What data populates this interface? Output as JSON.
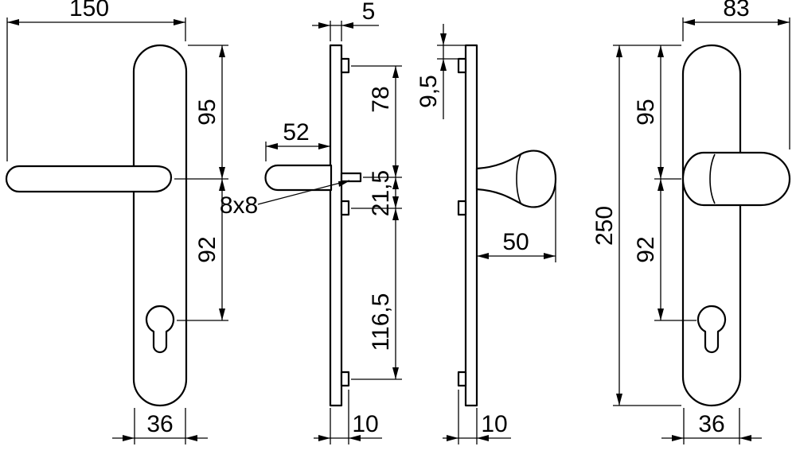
{
  "views": {
    "lever_front": {
      "dim_length": "150",
      "dim_top_to_handle": "95",
      "dim_handle_to_cylinder": "92",
      "dim_plate_width": "36"
    },
    "lever_side": {
      "dim_plate_thickness": "5",
      "dim_handle_projection": "52",
      "spindle_label": "8x8",
      "dim_hole_to_spindle": "78",
      "dim_spindle_to_boss": "21,5",
      "dim_boss_to_hole": "116,5",
      "dim_depth": "10"
    },
    "knob_side": {
      "dim_top_offset": "9,5",
      "dim_knob_projection": "50",
      "dim_depth": "10"
    },
    "knob_front": {
      "dim_total_width": "83",
      "dim_plate_height": "250",
      "dim_top_to_knob": "95",
      "dim_knob_to_cylinder": "92",
      "dim_plate_width": "36"
    }
  },
  "colors": {
    "line": "#000000",
    "background": "#ffffff"
  }
}
